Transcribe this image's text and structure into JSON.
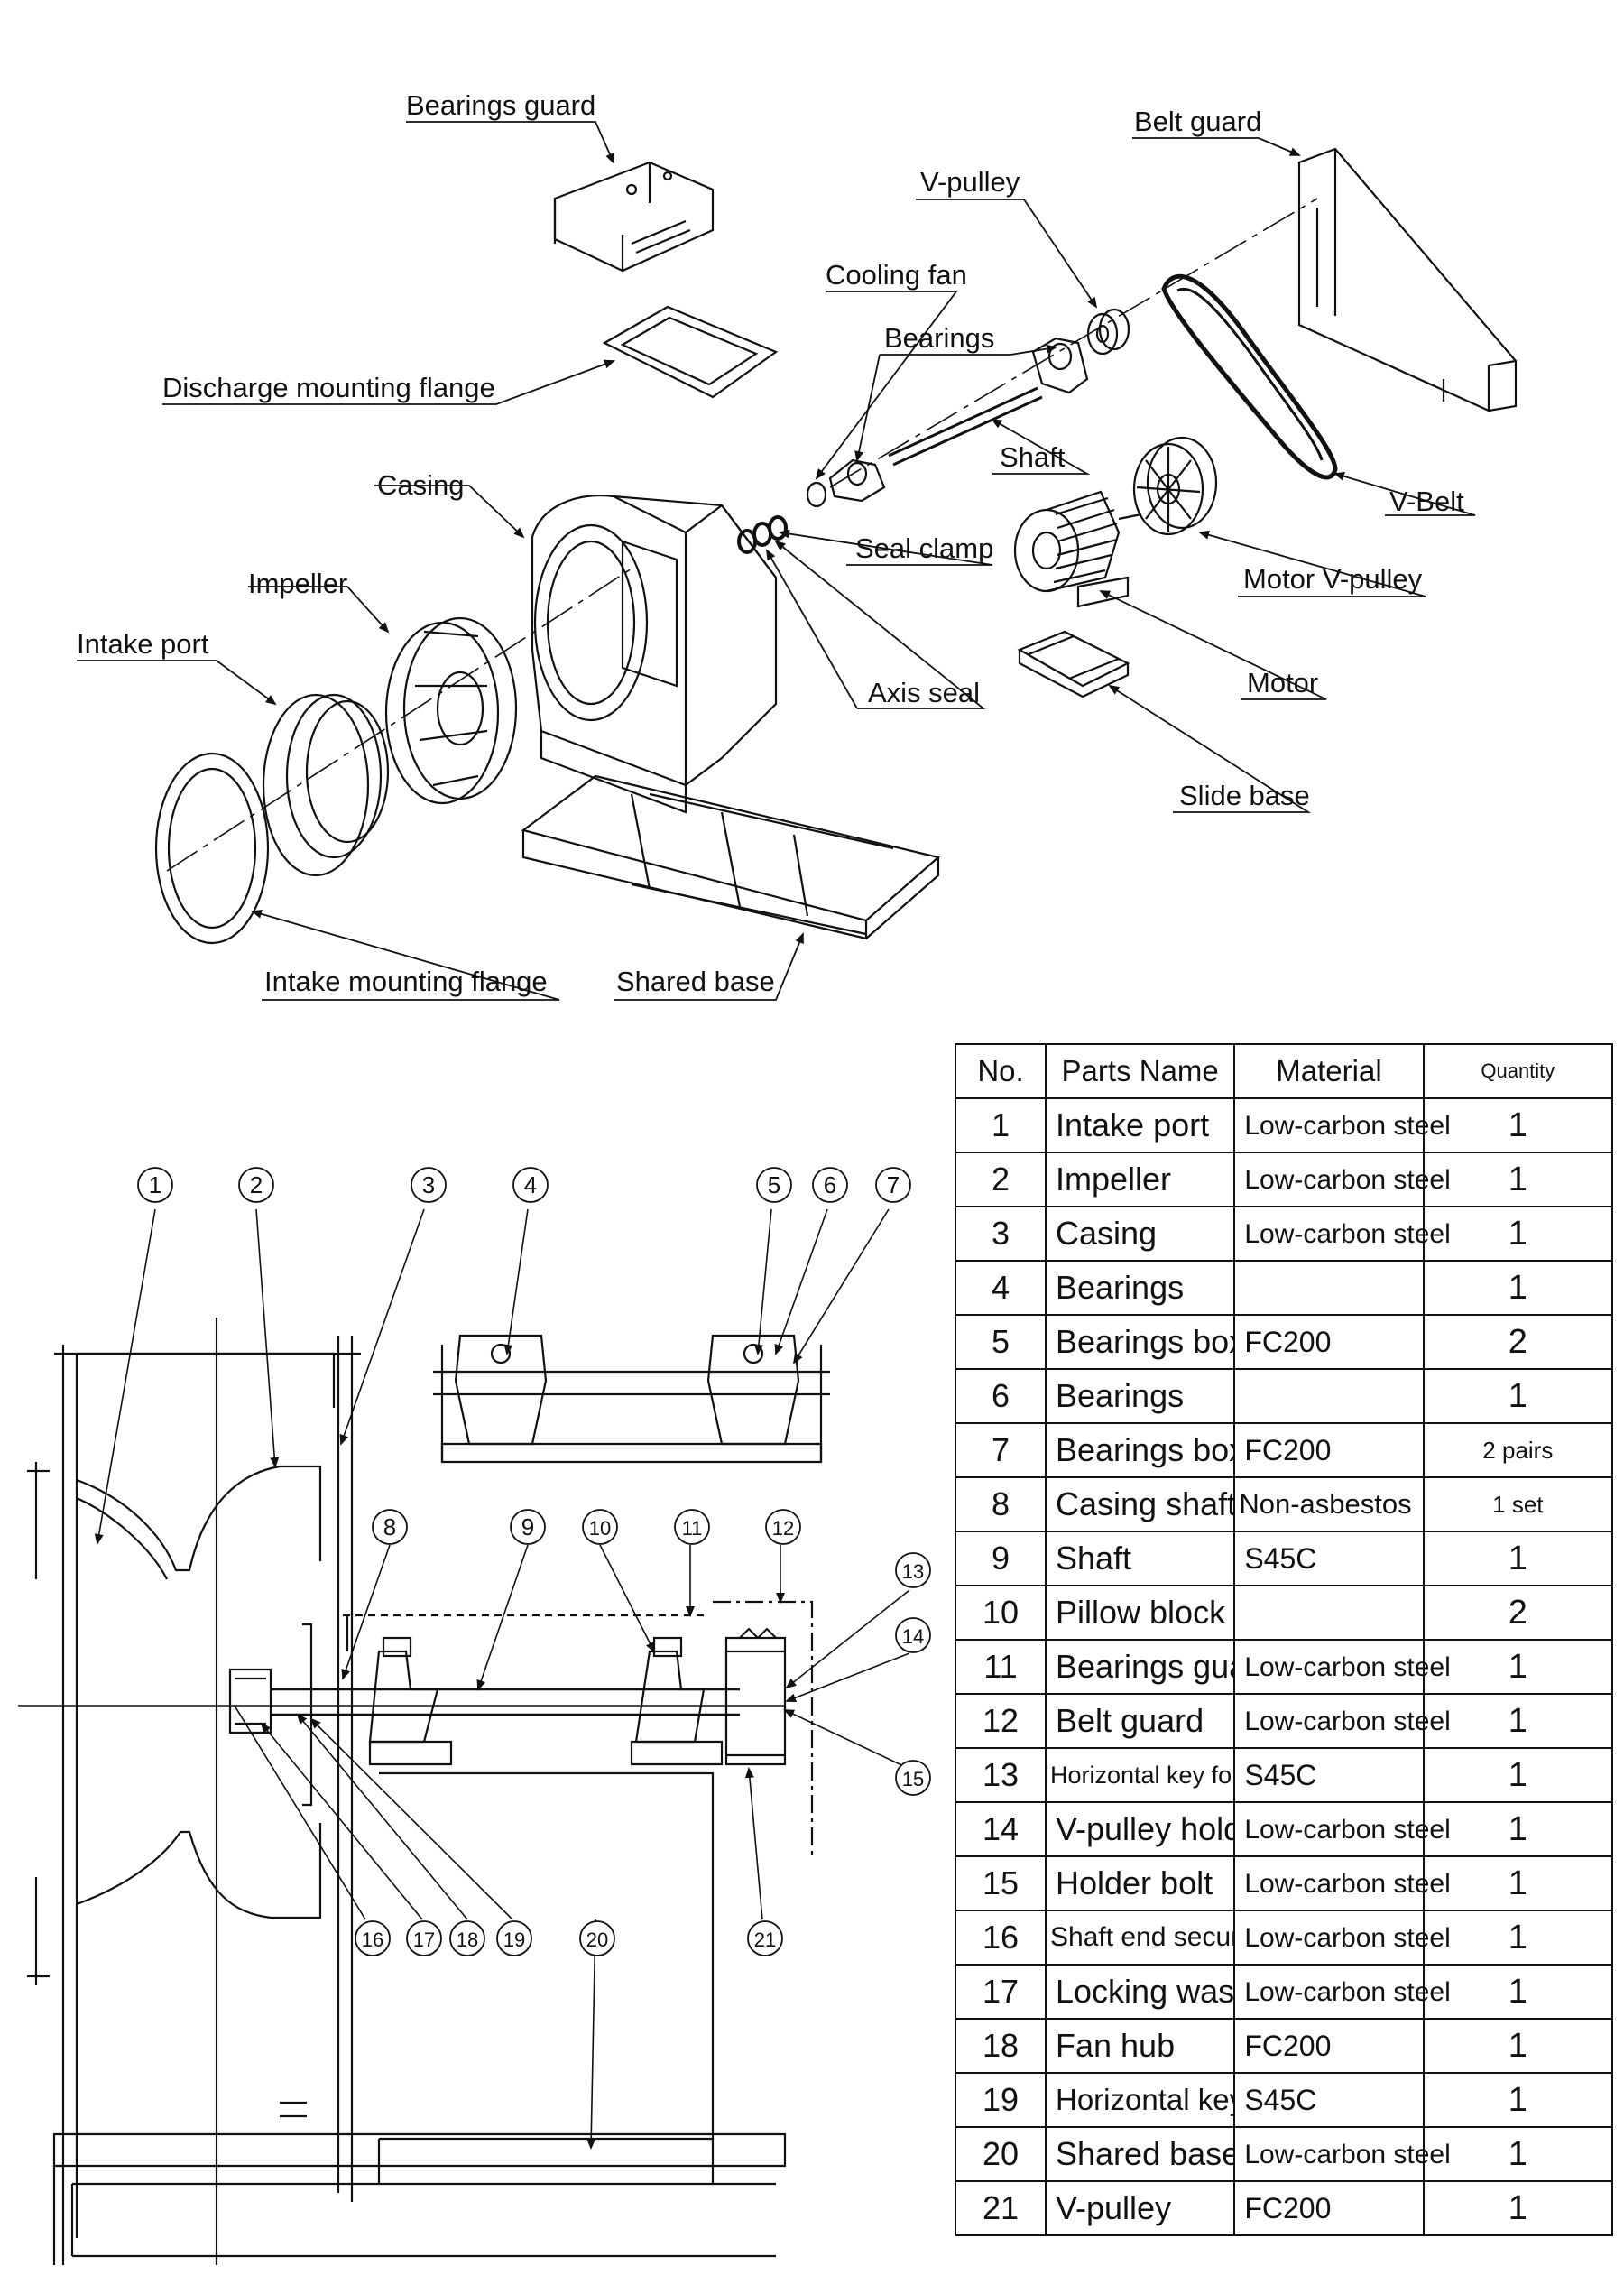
{
  "exploded_labels": {
    "bearings_guard": "Bearings guard",
    "belt_guard": "Belt guard",
    "v_pulley": "V-pulley",
    "cooling_fan": "Cooling fan",
    "bearings": "Bearings",
    "discharge_mounting_flange": "Discharge mounting flange",
    "shaft": "Shaft",
    "casing": "Casing",
    "v_belt": "V-Belt",
    "seal_clamp": "Seal clamp",
    "impeller": "Impeller",
    "motor_v_pulley": "Motor V-pulley",
    "intake_port": "Intake port",
    "axis_seal": "Axis seal",
    "motor": "Motor",
    "slide_base": "Slide base",
    "intake_mounting_flange": "Intake mounting flange",
    "shared_base": "Shared base"
  },
  "section_callouts": [
    "1",
    "2",
    "3",
    "4",
    "5",
    "6",
    "7",
    "8",
    "9",
    "10",
    "11",
    "12",
    "13",
    "14",
    "15",
    "16",
    "17",
    "18",
    "19",
    "20",
    "21"
  ],
  "table": {
    "headers": {
      "no": "No.",
      "name": "Parts Name",
      "material": "Material",
      "quantity": "Quantity"
    },
    "rows": [
      {
        "no": "1",
        "name": "Intake port",
        "material": "Low-carbon steel",
        "quantity": "1"
      },
      {
        "no": "2",
        "name": "Impeller",
        "material": "Low-carbon steel",
        "quantity": "1"
      },
      {
        "no": "3",
        "name": "Casing",
        "material": "Low-carbon steel",
        "quantity": "1"
      },
      {
        "no": "4",
        "name": "Bearings",
        "material": "",
        "quantity": "1"
      },
      {
        "no": "5",
        "name": "Bearings box body",
        "material": "FC200",
        "quantity": "2"
      },
      {
        "no": "6",
        "name": "Bearings",
        "material": "",
        "quantity": "1"
      },
      {
        "no": "7",
        "name": "Bearings box cover",
        "material": "FC200",
        "quantity": "2 pairs"
      },
      {
        "no": "8",
        "name": "Casing shaft seal",
        "material": "Non-asbestos",
        "quantity": "1 set"
      },
      {
        "no": "9",
        "name": "Shaft",
        "material": "S45C",
        "quantity": "1"
      },
      {
        "no": "10",
        "name": "Pillow block",
        "material": "",
        "quantity": "2"
      },
      {
        "no": "11",
        "name": "Bearings guard",
        "material": "Low-carbon steel",
        "quantity": "1"
      },
      {
        "no": "12",
        "name": "Belt guard",
        "material": "Low-carbon steel",
        "quantity": "1"
      },
      {
        "no": "13",
        "name": "Horizontal key for V-pulley",
        "material": "S45C",
        "quantity": "1"
      },
      {
        "no": "14",
        "name": "V-pulley holder",
        "material": "Low-carbon steel",
        "quantity": "1"
      },
      {
        "no": "15",
        "name": "Holder bolt",
        "material": "Low-carbon steel",
        "quantity": "1"
      },
      {
        "no": "16",
        "name": "Shaft end securing nut",
        "material": "Low-carbon steel",
        "quantity": "1"
      },
      {
        "no": "17",
        "name": "Locking washer",
        "material": "Low-carbon steel",
        "quantity": "1"
      },
      {
        "no": "18",
        "name": "Fan hub",
        "material": "FC200",
        "quantity": "1"
      },
      {
        "no": "19",
        "name": "Horizontal key for fan",
        "material": "S45C",
        "quantity": "1"
      },
      {
        "no": "20",
        "name": "Shared base",
        "material": "Low-carbon steel",
        "quantity": "1"
      },
      {
        "no": "21",
        "name": "V-pulley",
        "material": "FC200",
        "quantity": "1"
      }
    ]
  }
}
